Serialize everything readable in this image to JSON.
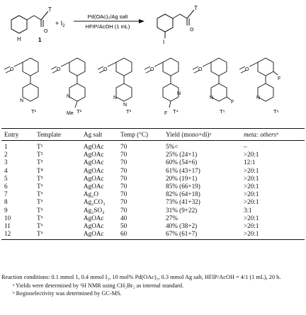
{
  "scheme": {
    "substrate_t_label": "T",
    "substrate_h_label": "H",
    "substrate_number": "1",
    "plus_reagent": "+ I",
    "reagent_sub": "2",
    "conditions_top": "Pd(OAc)₂/Ag salt",
    "conditions_bottom": "HFIP/AcOH (1 mL)",
    "product_t_label": "T",
    "product_i_label": "I",
    "templates": [
      {
        "label": "T¹",
        "sub": ""
      },
      {
        "label": "T²",
        "sub": "Me"
      },
      {
        "label": "T³",
        "sub": ""
      },
      {
        "label": "T⁴",
        "sub": "F"
      },
      {
        "label": "T⁵",
        "sub": "F"
      },
      {
        "label": "T⁶",
        "sub": "F"
      }
    ]
  },
  "table": {
    "headers": [
      "Entry",
      "Template",
      "Ag salt",
      "Temp (°C)",
      "Yield (mono+di)ᵃ",
      "meta: othersᵇ"
    ],
    "rows": [
      [
        "1",
        "T¹",
        "AgOAc",
        "70",
        "5%<",
        "–"
      ],
      [
        "2",
        "T²",
        "AgOAc",
        "70",
        "25% (24+1)",
        ">20:1"
      ],
      [
        "3",
        "T³",
        "AgOAc",
        "70",
        "60% (54+6)",
        "12:1"
      ],
      [
        "4",
        "T⁴",
        "AgOAc",
        "70",
        "61% (43+17)",
        ">20:1"
      ],
      [
        "5",
        "T⁵",
        "AgOAc",
        "70",
        "20% (19+1)",
        ">20:1"
      ],
      [
        "6",
        "T⁶",
        "AgOAc",
        "70",
        "85% (66+19)",
        ">20:1"
      ],
      [
        "7",
        "T⁶",
        "Ag₂O",
        "70",
        "82% (64+18)",
        ">20:1"
      ],
      [
        "8",
        "T⁶",
        "Ag₂CO₃",
        "70",
        "73% (41+32)",
        ">20:1"
      ],
      [
        "9",
        "T⁶",
        "Ag₂SO₄",
        "70",
        "31% (9+22)",
        "3:1"
      ],
      [
        "10",
        "T⁶",
        "AgOAc",
        "40",
        "27%",
        ">20:1"
      ],
      [
        "11",
        "T⁶",
        "AgOAc",
        "50",
        "40% (38+2)",
        ">20:1"
      ],
      [
        "12",
        "T⁶",
        "AgOAc",
        "60",
        "67% (61+7)",
        ">20:1"
      ]
    ]
  },
  "footnotes": {
    "conditions": "Reaction conditions: 0.1 mmol 1, 0.4 mmol I₂, 10 mol% Pd(OAc)₂, 0.3 mmol Ag salt, HFIP/AcOH = 4/1 (1 mL), 20 h.",
    "note_a": "ᵃ Yields were determined by ¹H NMR using CH₂Br₂ as internal standard.",
    "note_b": "ᵇ Regioselectivity was determined by GC-MS."
  }
}
